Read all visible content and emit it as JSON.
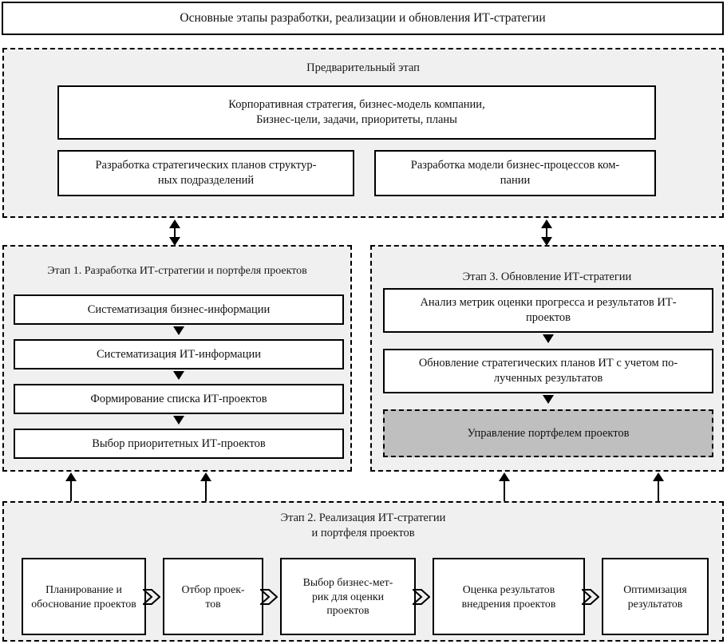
{
  "title": "Основные этапы разработки, реализации и обновления ИТ-стратегии",
  "colors": {
    "stage_fill": "#f0f0f0",
    "node_fill": "#ffffff",
    "highlight_fill": "#bfbfbf",
    "stroke": "#000000"
  },
  "preliminary": {
    "heading": "Предварительный этап",
    "nodes": [
      "Корпоративная стратегия, бизнес-модель компании,\nБизнес-цели, задачи, приоритеты, планы",
      "Разработка стратегических планов структур-\nных подразделений",
      "Разработка модели бизнес-процессов ком-\nпании"
    ]
  },
  "stage1": {
    "heading": "Этап 1. Разработка ИТ-стратегии и портфеля проектов",
    "nodes": [
      "Систематизация бизнес-информации",
      "Систематизация ИТ-информации",
      "Формирование списка ИТ-проектов",
      "Выбор приоритетных ИТ-проектов"
    ]
  },
  "stage3": {
    "heading": "Этап 3. Обновление ИТ-стратегии",
    "nodes": [
      "Анализ метрик оценки прогресса и результатов ИТ-\nпроектов",
      "Обновление стратегических планов ИТ с учетом по-\nлученных результатов",
      "Управление портфелем проектов"
    ]
  },
  "stage2": {
    "heading": "Этап 2. Реализация ИТ-стратегии\nи портфеля проектов",
    "nodes": [
      "Планирование и обоснование проектов",
      "Отбор проек-\nтов",
      "Выбор бизнес-мет-\nрик для оценки\nпроектов",
      "Оценка результатов внедрения проектов",
      "Оптимизация результатов"
    ]
  },
  "connectors": {
    "prelim_to_stage1": "double-headed-vertical-arrow",
    "prelim_to_stage3": "double-headed-vertical-arrow",
    "stage1_to_stage2_a": "double-headed-vertical-arrow",
    "stage1_to_stage2_b": "double-headed-vertical-arrow",
    "stage2_to_stage3_a": "up-arrow",
    "stage2_to_stage3_b": "up-arrow",
    "stage1_internal": "down-arrow",
    "stage3_internal": "down-arrow",
    "stage2_internal": "right-chevron"
  }
}
